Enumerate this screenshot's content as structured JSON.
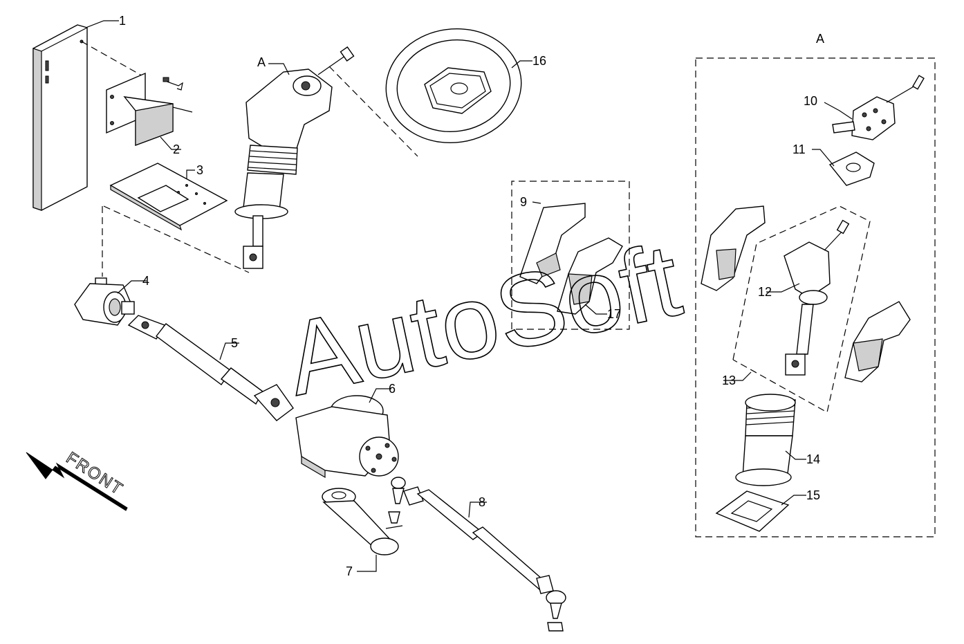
{
  "diagram": {
    "group_label": "A",
    "callout_a": "A",
    "front_label": "FRONT",
    "watermark": "AutoSoft",
    "callouts": {
      "c1": "1",
      "c2": "2",
      "c3": "3",
      "c4": "4",
      "c5": "5",
      "c6": "6",
      "c7": "7",
      "c8": "8",
      "c9": "9",
      "c10": "10",
      "c11": "11",
      "c12": "12",
      "c13": "13",
      "c14": "14",
      "c15": "15",
      "c16": "16",
      "c17": "17"
    }
  }
}
